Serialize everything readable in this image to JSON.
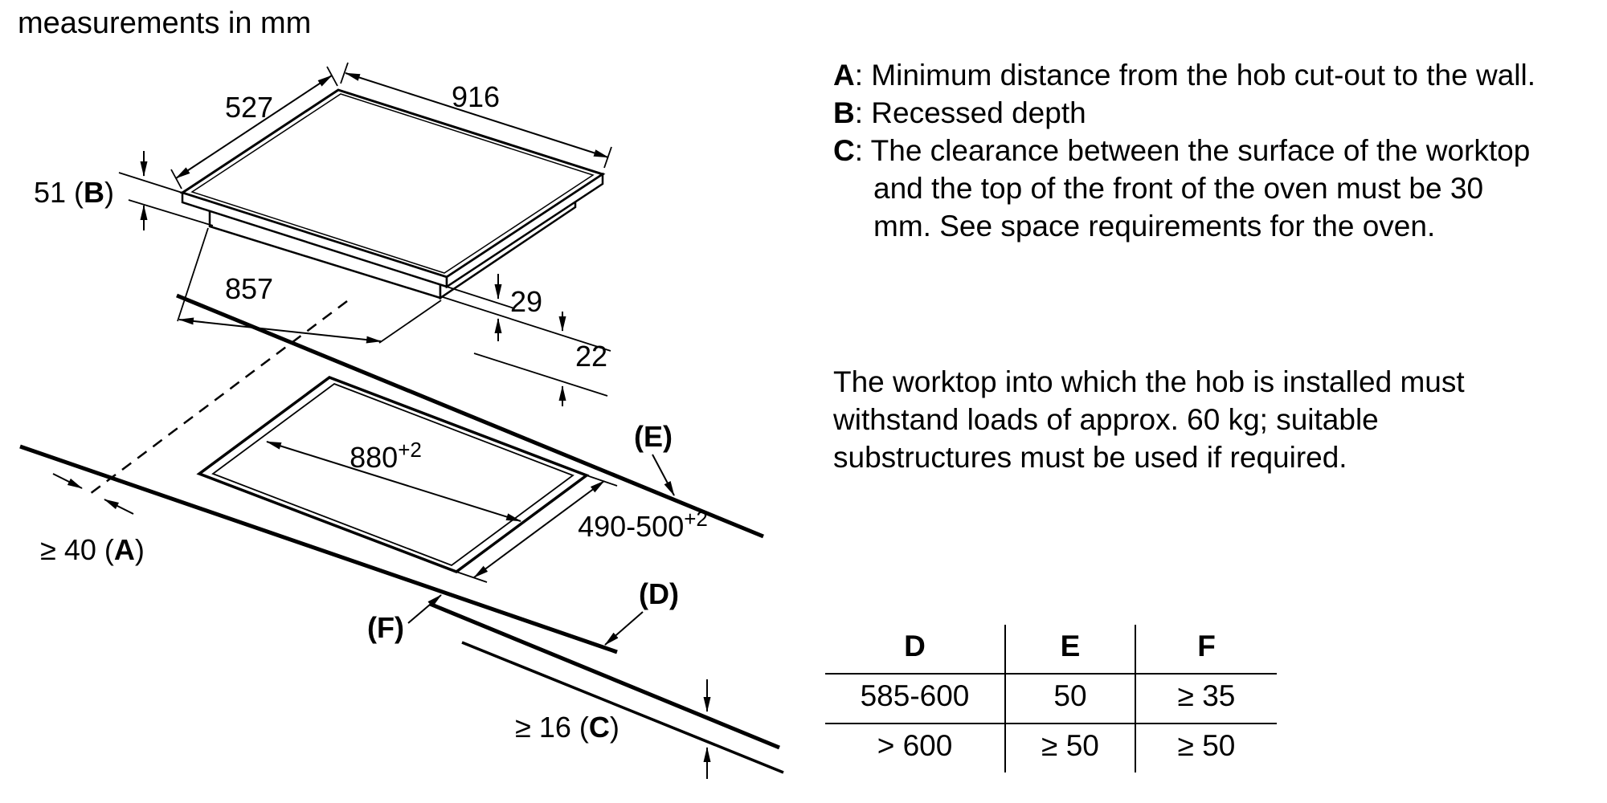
{
  "title": "measurements in mm",
  "diagram": {
    "dims": {
      "d527": "527",
      "d916": "916",
      "d51": {
        "pre": "51 (",
        "bold": "B",
        "post": ")"
      },
      "d857": "857",
      "d29": "29",
      "d22": "22",
      "d880": {
        "base": "880",
        "sup": "+2"
      },
      "d490": {
        "base": "490-500",
        "sup": "+2"
      },
      "dA": {
        "pre": "≥ 40 (",
        "bold": "A",
        "post": ")"
      },
      "dC": {
        "pre": "≥ 16 (",
        "bold": "C",
        "post": ")"
      },
      "dD": {
        "pre": "(",
        "bold": "D",
        "post": ")"
      },
      "dE": {
        "pre": "(",
        "bold": "E",
        "post": ")"
      },
      "dF": {
        "pre": "(",
        "bold": "F",
        "post": ")"
      }
    }
  },
  "legend": {
    "separator": ": ",
    "items": [
      {
        "letter": "A",
        "text": "Minimum distance from the hob cut-out to the wall."
      },
      {
        "letter": "B",
        "text": "Recessed depth"
      },
      {
        "letter": "C",
        "text": "The clearance between the surface of the worktop and the top of the front of the oven must be 30 mm. See space requirements for the oven."
      }
    ]
  },
  "note": "The worktop into which the hob is installed must withstand loads of approx. 60 kg; suitable substructures must be used if required.",
  "table": {
    "headers": [
      "D",
      "E",
      "F"
    ],
    "rows": [
      [
        "585-600",
        "50",
        "≥ 35"
      ],
      [
        "> 600",
        "≥ 50",
        "≥ 50"
      ]
    ]
  }
}
